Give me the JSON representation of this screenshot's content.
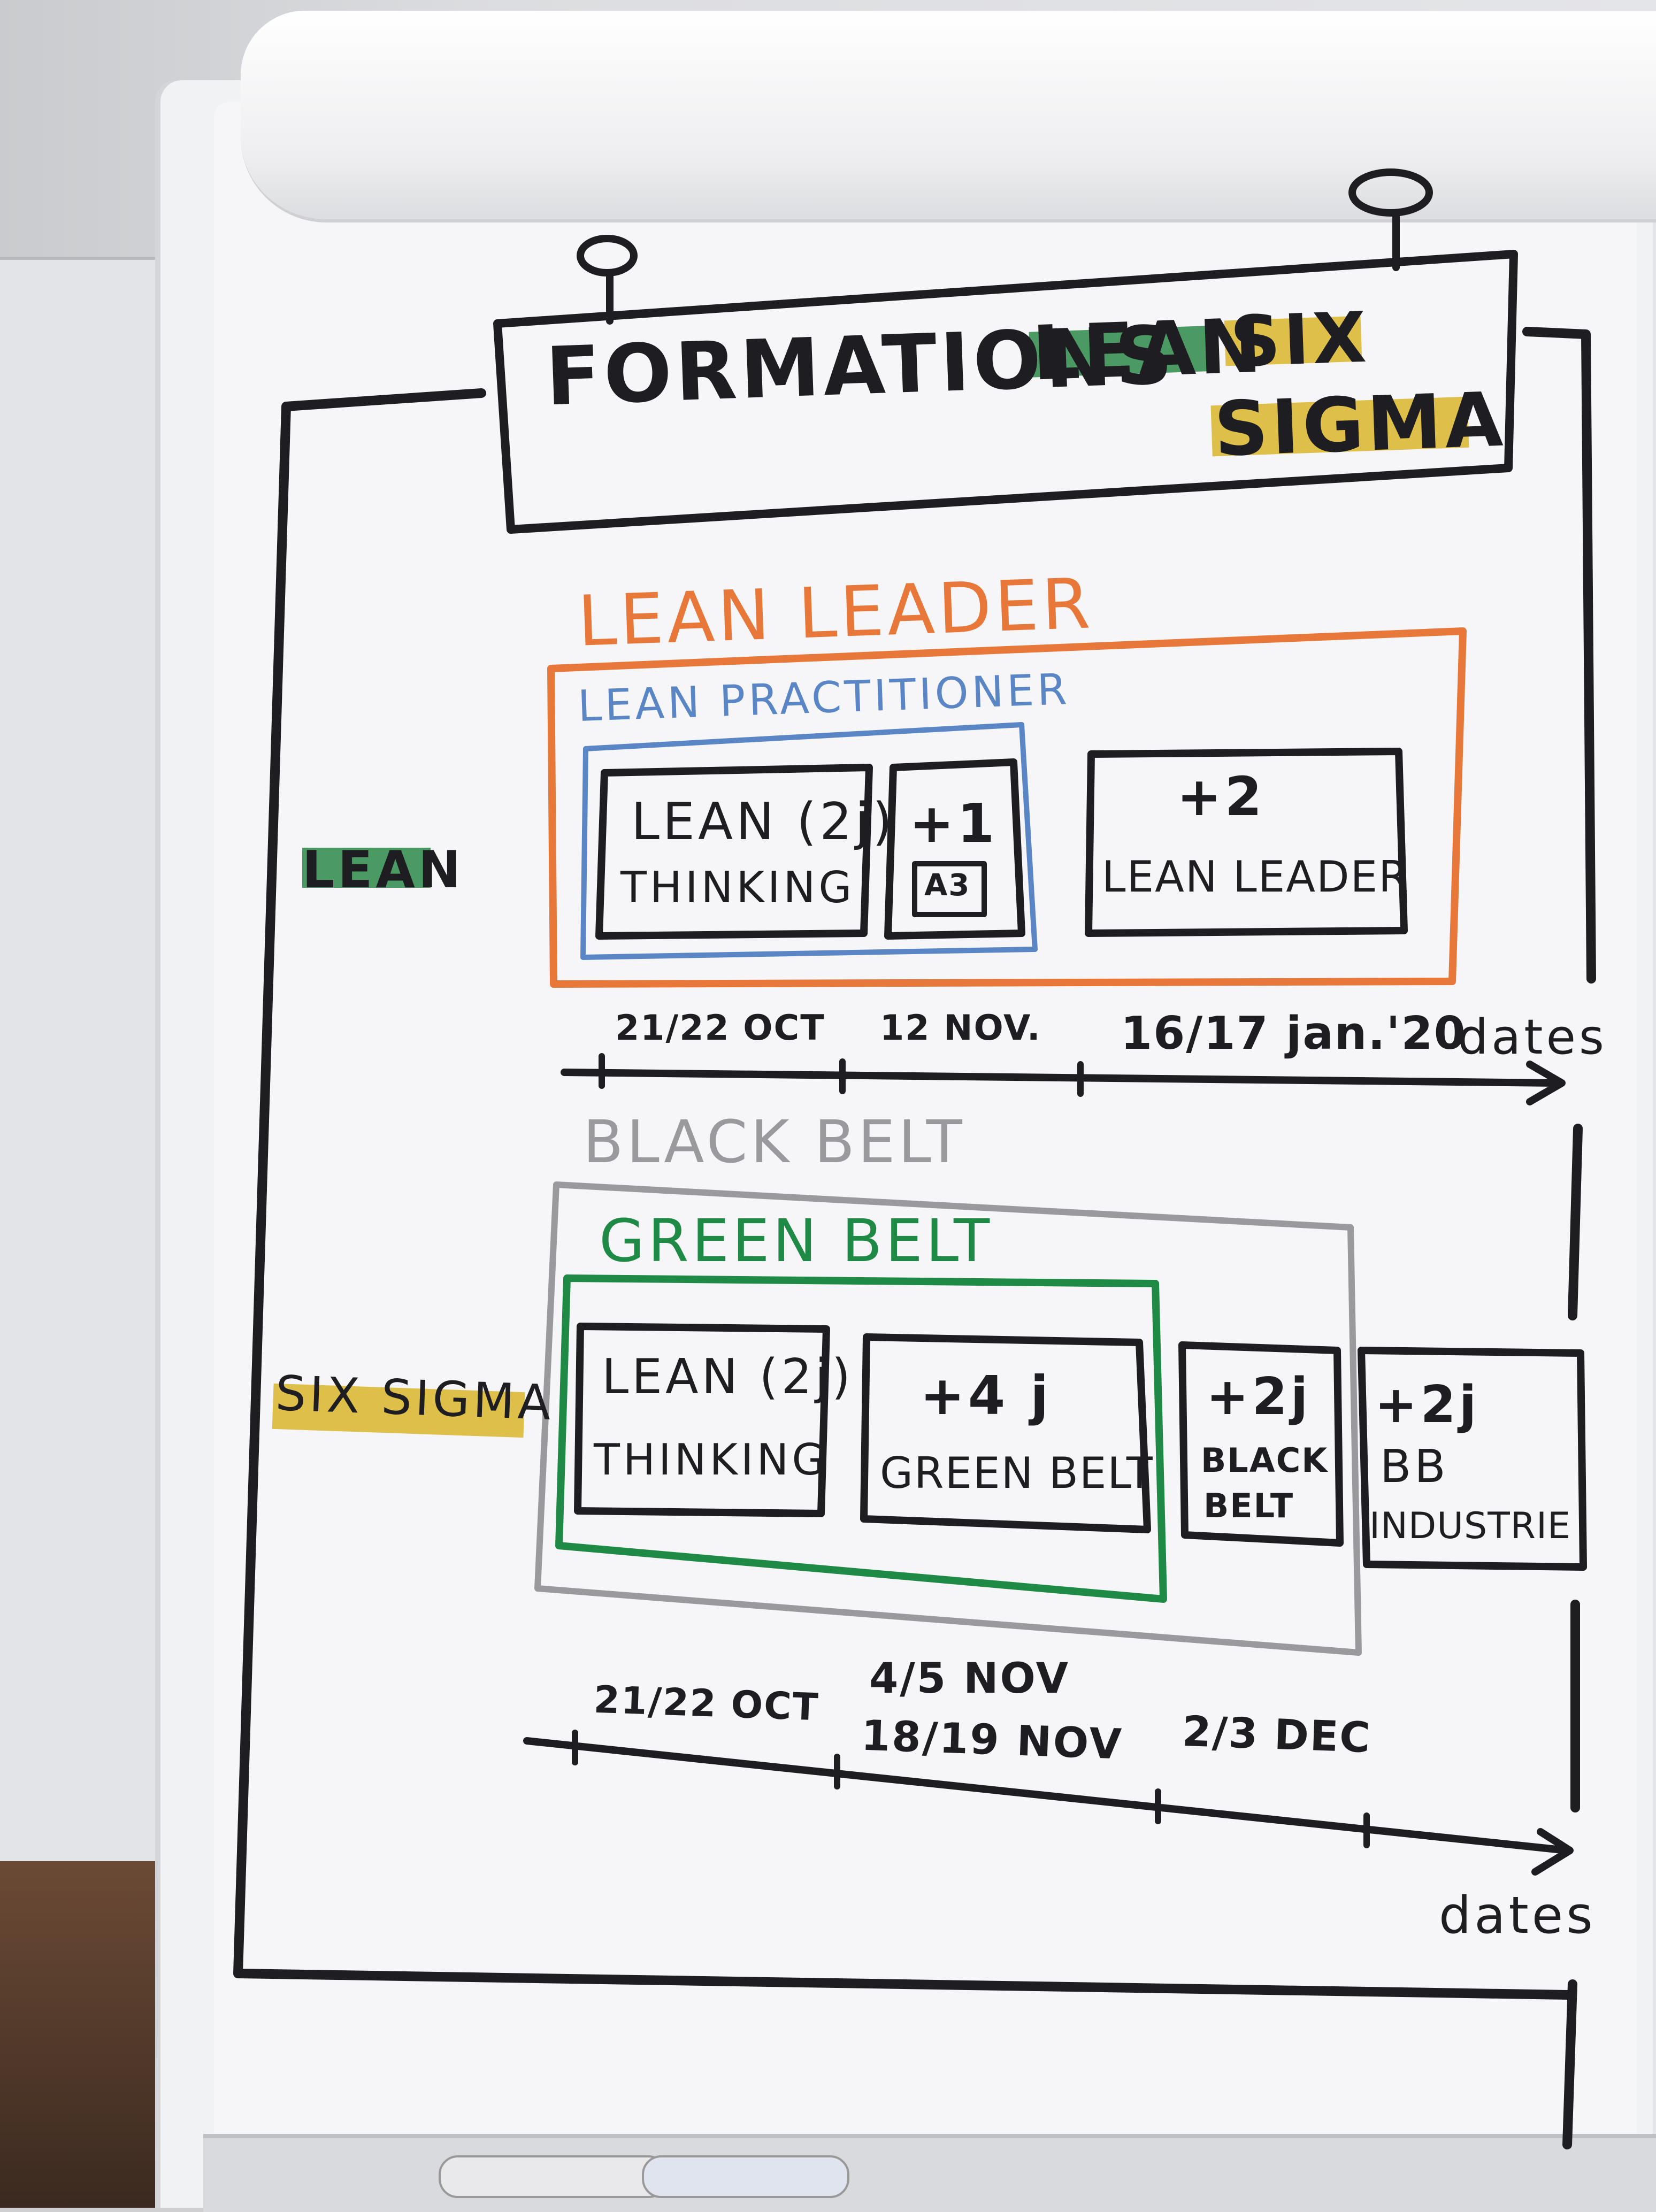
{
  "title": {
    "word1": "FORMATIONS",
    "word2": "LEAN",
    "word3": "SIX",
    "word4": "SIGMA"
  },
  "lean_row": {
    "label": "LEAN",
    "outer_title": "LEAN LEADER",
    "inner_title": "LEAN PRACTITIONER",
    "box1_line1": "LEAN (2j)",
    "box1_line2": "THINKING",
    "box2_line1": "+1",
    "box2_line2": "A3",
    "box3_line1": "+2",
    "box3_line2": "LEAN LEADER",
    "dates": [
      "21/22 OCT",
      "12 NOV.",
      "16/17 jan.'20"
    ],
    "axis_label": "dates"
  },
  "sigma_row": {
    "label": "SIX SIGMA",
    "outer_title": "BLACK BELT",
    "inner_title": "GREEN BELT",
    "box1_line1": "LEAN (2j)",
    "box1_line2": "THINKING",
    "box2_line1": "+4 j",
    "box2_line2": "GREEN BELT",
    "box3_line1": "+2j",
    "box3_line2": "BLACK",
    "box3_line3": "BELT",
    "box4_line1": "+2j",
    "box4_line2": "BB",
    "box4_line3": "INDUSTRIE",
    "date1": "21/22 OCT",
    "date2a": "4/5 NOV",
    "date2b": "18/19 NOV",
    "date3": "2/3 DEC",
    "axis_label": "dates"
  },
  "colors": {
    "ink": "#1e1e22",
    "orange": "#e8783a",
    "blue": "#5a86c6",
    "green": "#1f8a46",
    "gray": "#9a9a9e",
    "yellow_highlight": "#d9b52a",
    "green_highlight": "#2d8a4a"
  }
}
